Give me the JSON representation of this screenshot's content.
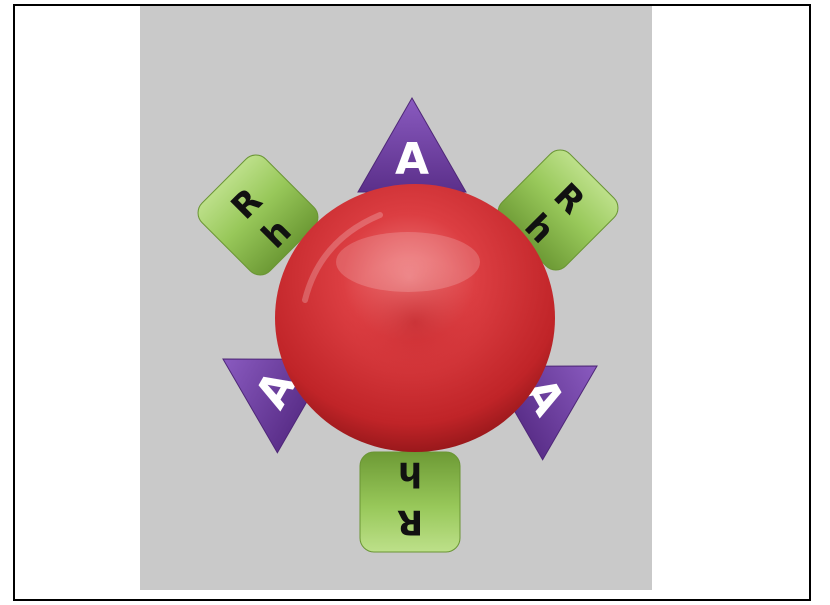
{
  "diagram": {
    "background_color": "#c9c9c9",
    "cell_color": "#d8363a",
    "antigen_color": "#6f3fa0",
    "rh_color": "#93c255",
    "antigen_label": "A",
    "rh_letter_1": "R",
    "rh_letter_2": "h"
  }
}
